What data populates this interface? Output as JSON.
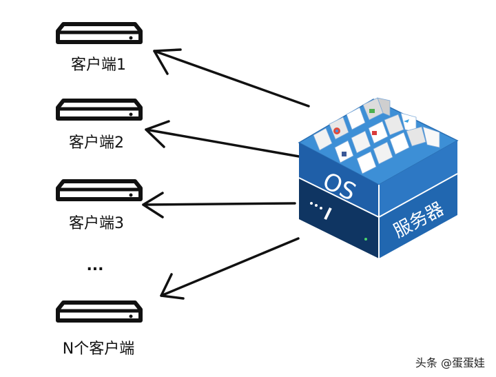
{
  "clients": [
    {
      "label": "客户端1"
    },
    {
      "label": "客户端2"
    },
    {
      "label": "客户端3"
    },
    {
      "label": "N个客户端"
    }
  ],
  "ellipsis": "...",
  "server": {
    "os_label": "OS",
    "side_label": "服务器",
    "icon": "server-cube-icon",
    "top_color": "#3d8fd6",
    "front_color": "#1f5fa8",
    "side_color": "#2167b0",
    "base_color": "#0f3562"
  },
  "device_icon": "server-rack-icon",
  "watermark": "头条 @蛋蛋娃"
}
